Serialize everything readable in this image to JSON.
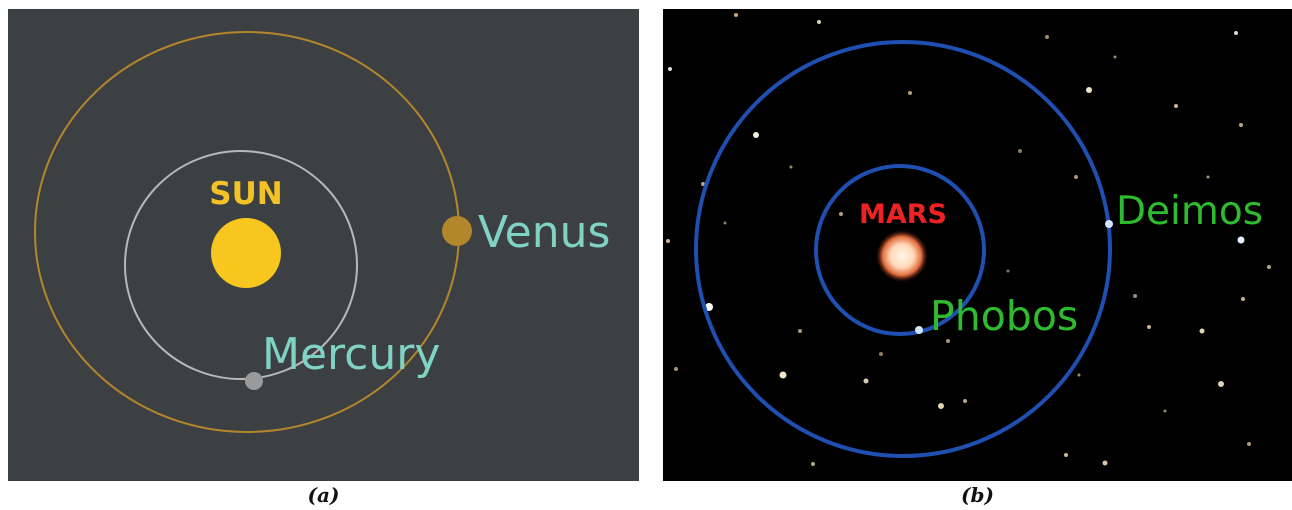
{
  "panel_a": {
    "sun_label": "SUN",
    "venus_label": "Venus",
    "mercury_label": "Mercury",
    "colors": {
      "background": "#3d4043",
      "sun": "#f7c71f",
      "sun_label": "#f2c227",
      "venus_orbit": "#b3862c",
      "venus": "#b3862c",
      "mercury_orbit": "#b8b8b8",
      "mercury": "#9a9a9a",
      "planet_label": "#7fd3c4"
    }
  },
  "panel_b": {
    "mars_label": "MARS",
    "phobos_label": "Phobos",
    "deimos_label": "Deimos",
    "colors": {
      "background": "#000000",
      "orbit": "#1f4fb0",
      "mars_label": "#ee2222",
      "moon_label": "#2fbb2f",
      "moon": "#cfe4ff"
    }
  },
  "captions": {
    "a": "(a)",
    "b": "(b)"
  }
}
